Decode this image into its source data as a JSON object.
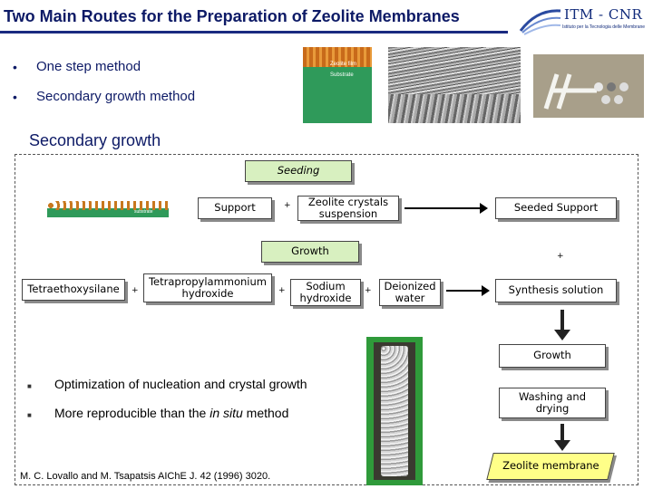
{
  "header": {
    "title": "Two Main Routes for the Preparation of Zeolite Membranes",
    "logo_text": "ITM - CNR",
    "logo_subtext": "Istituto per la Tecnologia delle Membrane"
  },
  "routes": {
    "bullet_1": "One step method",
    "bullet_2": "Secondary growth method"
  },
  "image_labels": {
    "zeolite_film": "Zeolite film",
    "substrate": "Substrate",
    "substrate_small": "substrate"
  },
  "section": {
    "title": "Secondary growth"
  },
  "diagram": {
    "seeding": "Seeding",
    "support": "Support",
    "zeolite_suspension": "Zeolite crystals suspension",
    "seeded_support": "Seeded Support",
    "growth_header": "Growth",
    "tetraethoxysilane": "Tetraethoxysilane",
    "tpa_hydroxide": "Tetrapropylammonium hydroxide",
    "sodium_hydroxide": "Sodium hydroxide",
    "deionized_water": "Deionized water",
    "synthesis_solution": "Synthesis solution",
    "growth_step": "Growth",
    "washing_drying": "Washing and drying",
    "zeolite_membrane": "Zeolite membrane",
    "plus": "+"
  },
  "advantages": {
    "item_1": "Optimization of nucleation and crystal growth",
    "item_2_prefix": "More reproducible than the ",
    "item_2_italic": "in situ",
    "item_2_suffix": " method"
  },
  "reference": "M. C. Lovallo and M. Tsapatsis AIChE J. 42 (1996) 3020.",
  "colors": {
    "title_blue": "#0d1a66",
    "green_box": "#d8f0c0",
    "yellow_box": "#ffff88"
  }
}
